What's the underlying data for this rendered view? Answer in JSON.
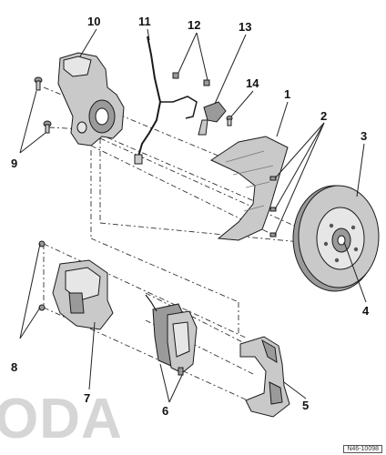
{
  "watermark": "ODA",
  "reference_code": "N46-10098",
  "callouts": {
    "c1": "1",
    "c2": "2",
    "c3": "3",
    "c4": "4",
    "c5": "5",
    "c6": "6",
    "c7": "7",
    "c8": "8",
    "c9": "9",
    "c10": "10",
    "c11": "11",
    "c12": "12",
    "c13": "13",
    "c14": "14"
  },
  "colors": {
    "part_fill": "#c9c9c9",
    "part_shade": "#9a9a9a",
    "part_light": "#e6e6e6",
    "line": "#222222",
    "watermark": "#d6d6d6"
  }
}
